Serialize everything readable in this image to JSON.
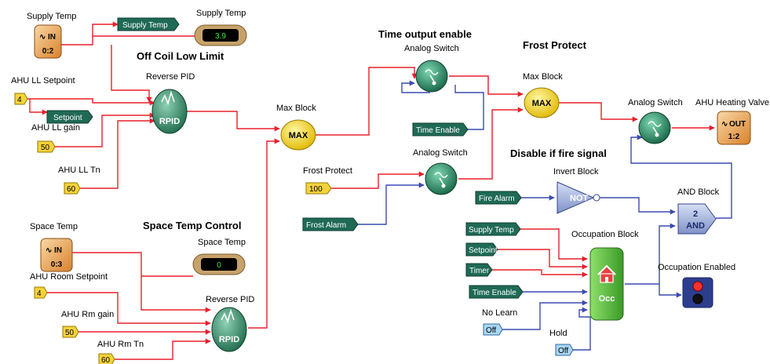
{
  "colors": {
    "wire_red": "#e8202a",
    "wire_blue": "#3b4bb0",
    "tag_green": "#1f6a55",
    "value_yellow": "#f4d23a",
    "pid_green": "#2f8a64",
    "max_yellow": "#f2d418",
    "occ_green": "#5cb83a"
  },
  "headers": {
    "off_coil": "Off Coil Low Limit",
    "time_enable": "Time output enable",
    "frost": "Frost Protect",
    "fire": "Disable if fire signal",
    "space": "Space Temp Control"
  },
  "labels": {
    "supply_temp_in": "Supply Temp",
    "supply_temp_disp": "Supply Temp",
    "ahu_ll_setpoint": "AHU LL Setpoint",
    "ahu_ll_gain": "AHU LL gain",
    "ahu_ll_tn": "AHU LL Tn",
    "reverse_pid_1": "Reverse PID",
    "max_block_1": "Max Block",
    "analog_switch_1": "Analog Switch",
    "max_block_2": "Max Block",
    "analog_switch_3": "Analog Switch",
    "ahu_heating_valve": "AHU Heating Valve",
    "frost_protect_in": "Frost Protect",
    "analog_switch_2": "Analog Switch",
    "invert_block": "Invert Block",
    "and_block": "AND Block",
    "space_temp_in": "Space Temp",
    "space_temp_disp": "Space Temp",
    "ahu_room_setpoint": "AHU Room Setpoint",
    "ahu_rm_gain": "AHU Rm gain",
    "reverse_pid_2": "Reverse PID",
    "ahu_rm_tn": "AHU Rm Tn",
    "occupation_block": "Occupation Block",
    "occupation_enabled": "Occupation Enabled",
    "no_learn": "No Learn",
    "hold": "Hold"
  },
  "tags": {
    "supply_temp_tag": "Supply Temp",
    "setpoint_tag": "Setpoint",
    "time_enable_tag": "Time Enable",
    "frost_alarm_tag": "Frost Alarm",
    "fire_alarm_tag": "Fire Alarm",
    "occ_supply_temp": "Supply Temp",
    "occ_setpoint": "Setpoint",
    "occ_timer": "Timer",
    "occ_time_enable": "Time Enable"
  },
  "values": {
    "ll_setpoint": "4",
    "ll_gain": "50",
    "ll_tn": "60",
    "frost_value": "100",
    "room_setpoint": "4",
    "rm_gain": "50",
    "rm_tn": "60",
    "no_learn": "Off",
    "hold": "Off"
  },
  "displays": {
    "supply_temp": "3.9",
    "space_temp": "0"
  },
  "blocks": {
    "in_1_title": "IN",
    "in_1_sub": "0:2",
    "in_2_title": "IN",
    "in_2_sub": "0:3",
    "out_title": "OUT",
    "out_sub": "1:2",
    "pid_1": "RPID",
    "pid_2": "RPID",
    "max_1": "MAX",
    "max_2": "MAX",
    "not_block": "NOT",
    "and_line1": "2",
    "and_line2": "AND",
    "occ": "Occ"
  }
}
